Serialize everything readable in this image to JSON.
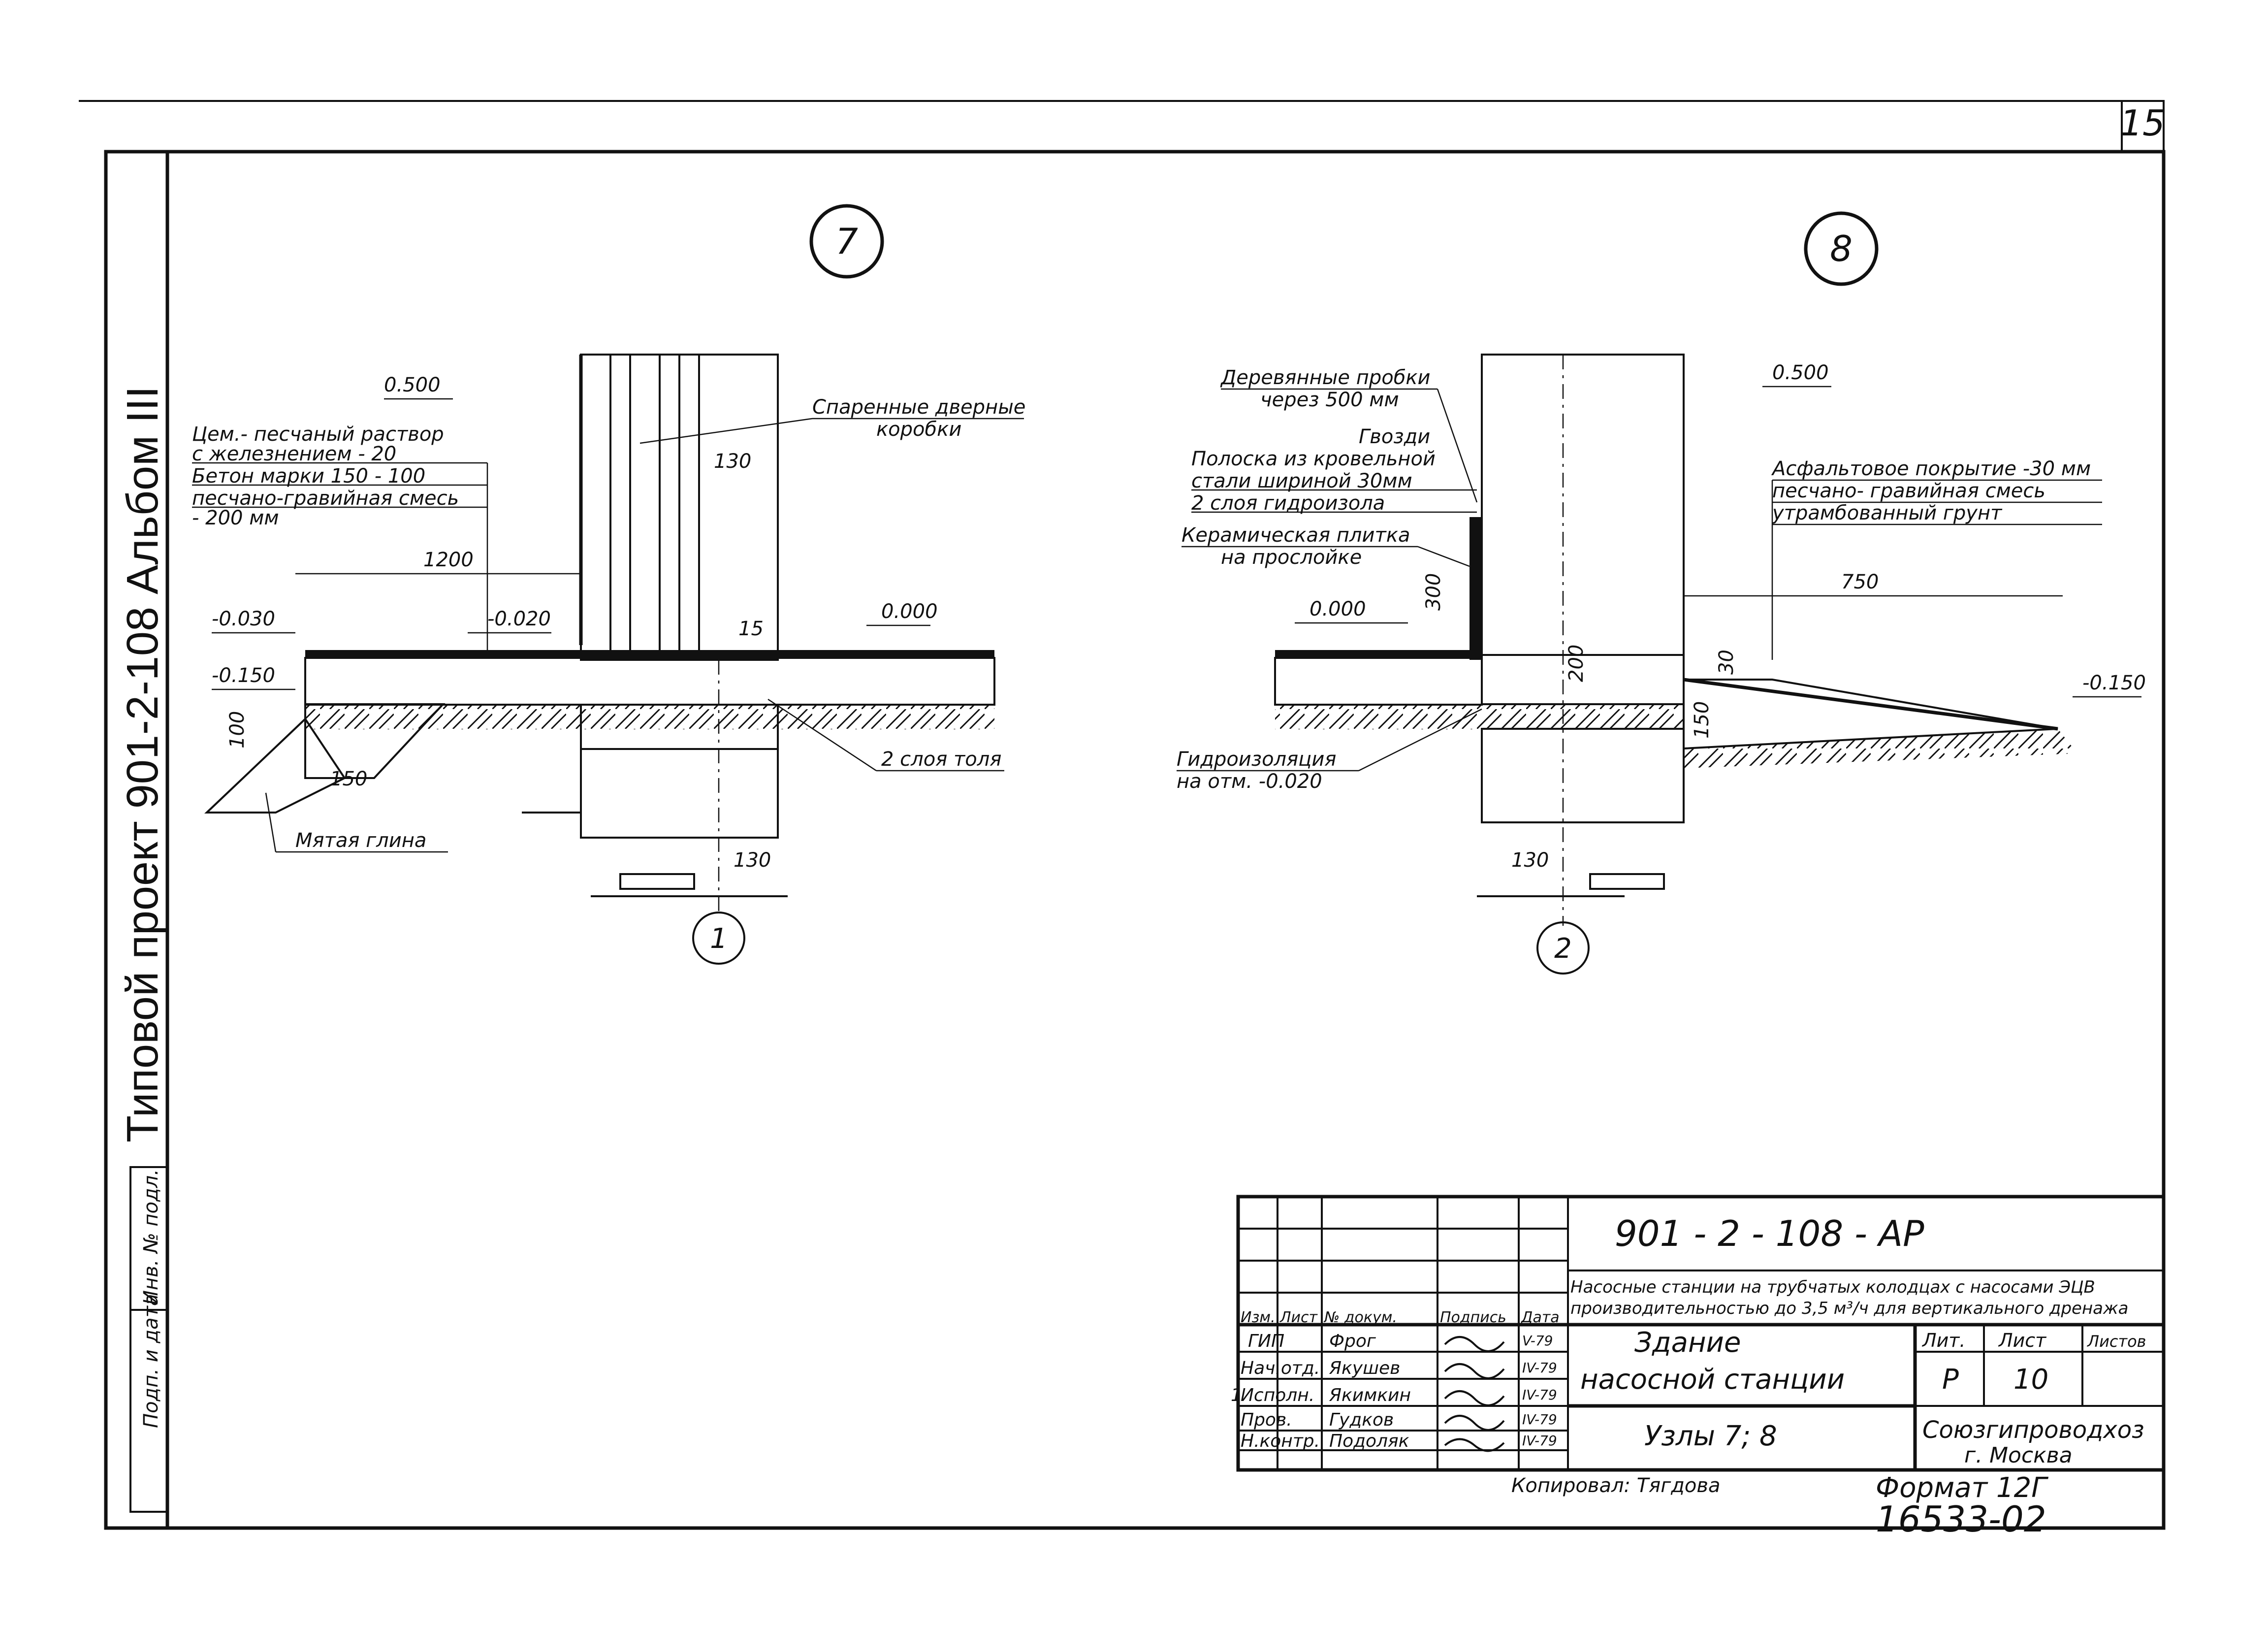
{
  "sheet": {
    "page_number": "15",
    "side_title": "Типовой проект 901-2-108 Альбом III",
    "side_stamp_labels": [
      "Инв. № подл.",
      "Подп. и дата"
    ]
  },
  "detail7": {
    "node": "7",
    "axis": "1",
    "labels": {
      "mark_top": "0.500",
      "mortar1": "Цем.- песчаный раствор",
      "mortar2": "с железнением - 20",
      "concrete": "Бетон марки 150 - 100",
      "gravel1": "песчано-гравийная смесь",
      "gravel2": "- 200 мм",
      "door": "Спаренные дверные",
      "door2": "коробки",
      "dim_1200": "1200",
      "dim_130_top": "130",
      "mark_m030": "-0.030",
      "mark_m020": "-0.020",
      "mark_0000": "0.000",
      "mark_m150": "-0.150",
      "dim_15": "15",
      "dim_100": "100",
      "dim_150": "150",
      "two_layers": "2 слоя толя",
      "clay": "Мятая глина",
      "dim_130_bottom": "130"
    }
  },
  "detail8": {
    "node": "8",
    "axis": "2",
    "labels": {
      "wood1": "Деревянные пробки",
      "wood2": "через 500 мм",
      "mark_top": "0.500",
      "nails": "Гвозди",
      "strip1": "Полоска из кровельной",
      "strip2": "стали шириной 30мм",
      "hydro2": "2 слоя гидроизола",
      "tile1": "Керамическая плитка",
      "tile2": "на прослойке",
      "dim_300": "300",
      "mark_0000": "0.000",
      "asphalt": "Асфальтовое покрытие -30 мм",
      "sand_gravel": "песчано- гравийная смесь",
      "soil": "утрамбованный грунт",
      "dim_750": "750",
      "dim_30": "30",
      "dim_150": "150",
      "dim_200": "200",
      "mark_m150": "-0.150",
      "hydro_iso1": "Гидроизоляция",
      "hydro_iso2": "на отм. -0.020",
      "dim_130": "130"
    }
  },
  "title_block": {
    "code": "901 - 2 - 108   - АР",
    "description1": "Насосные станции на трубчатых колодцах с насосами ЭЦВ",
    "description2": "производительностью до 3,5 м³/ч для вертикального дренажа",
    "col_headers": [
      "Изм.",
      "Лист",
      "№ докум.",
      "Подпись",
      "Дата"
    ],
    "roles": [
      "ГИП",
      "Нач.отд.",
      "Исполн.",
      "Пров.",
      "Н.контр."
    ],
    "names": [
      "Фрог",
      "Якушев",
      "Якимкин",
      "Гудков",
      "Подоляк"
    ],
    "dates": [
      "V-79",
      "IV-79",
      "IV-79",
      "IV-79",
      "IV-79"
    ],
    "rev_mark": "1",
    "building1": "Здание",
    "building2": "насосной станции",
    "nodes": "Узлы 7; 8",
    "lit_h": "Лит.",
    "list_h": "Лист",
    "lists_h": "Листов",
    "lit": "Р",
    "list": "10",
    "org1": "Союзгипроводхоз",
    "org2": "г. Москва"
  },
  "footer": {
    "copied": "Копировал: Тягдова",
    "format": "Формат 12Г",
    "archive": "16533-02"
  }
}
